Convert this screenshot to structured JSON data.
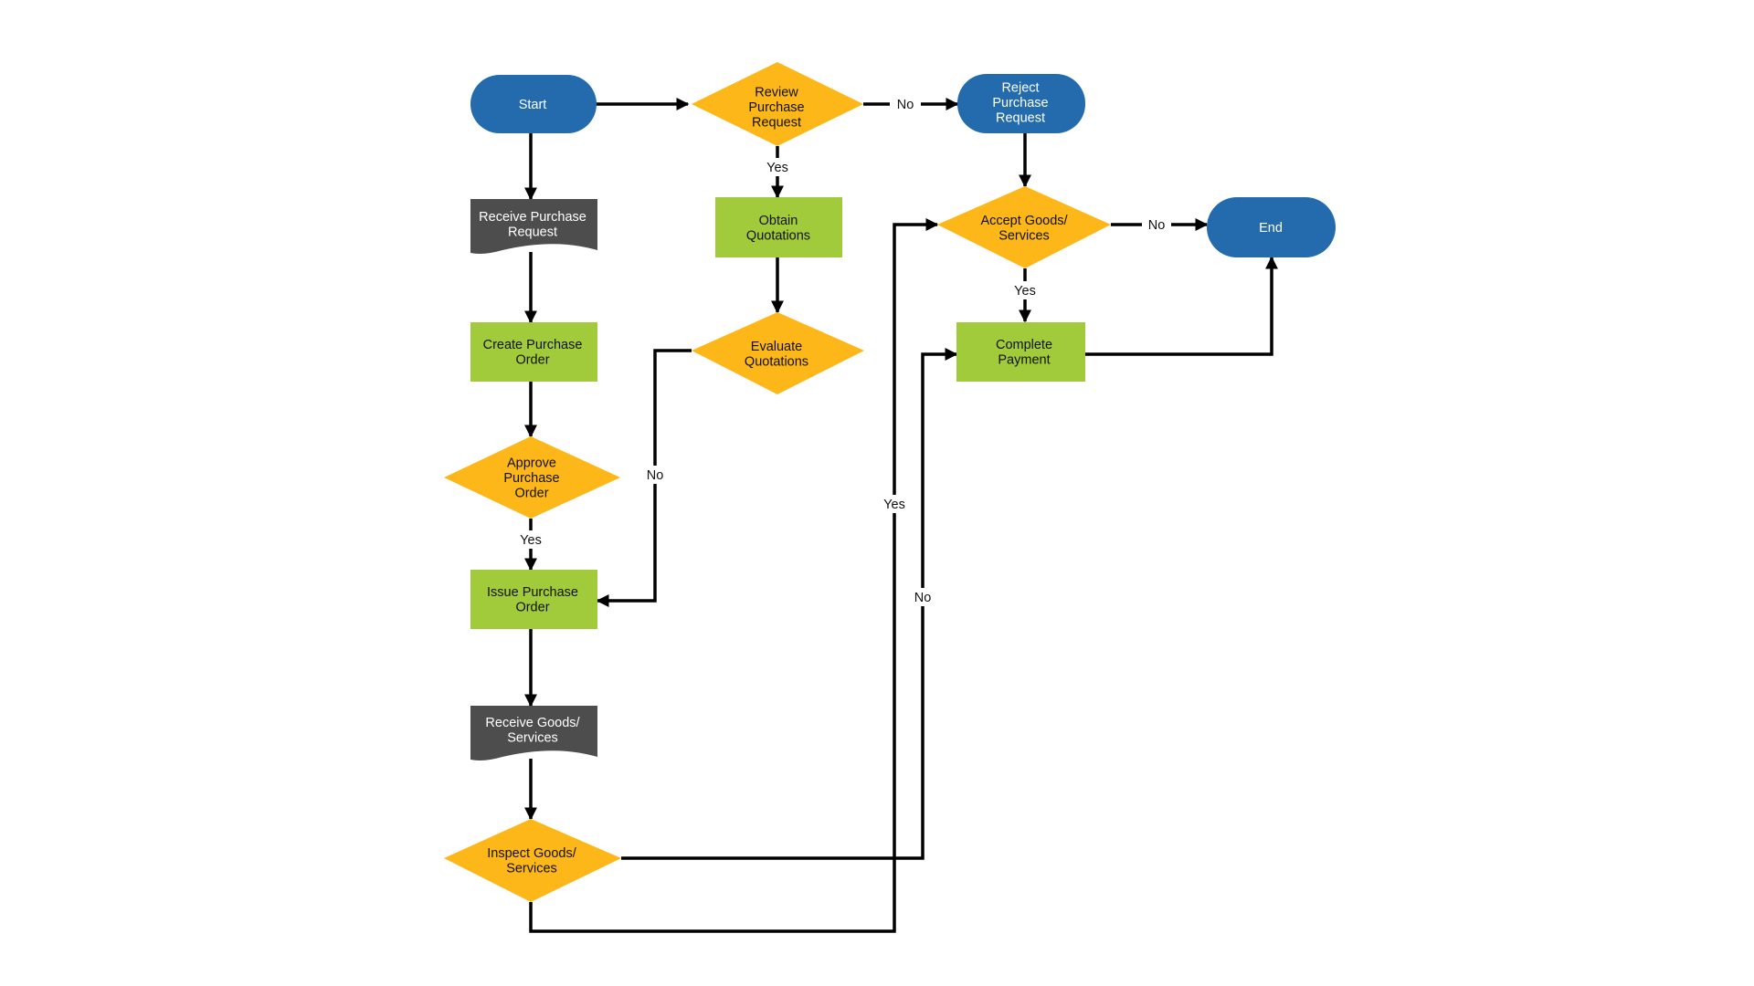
{
  "colors": {
    "terminal": "#236BAD",
    "decision": "#FDB718",
    "process": "#A1CB3A",
    "document": "#4D4D4D",
    "line": "#000000",
    "light_text": "#FFFFFF",
    "dark_text": "#111111"
  },
  "nodes": {
    "start": {
      "lines": [
        "Start"
      ]
    },
    "receive_request": {
      "lines": [
        "Receive Purchase",
        "Request"
      ]
    },
    "create_po": {
      "lines": [
        "Create Purchase",
        "Order"
      ]
    },
    "approve_po": {
      "lines": [
        "Approve",
        "Purchase",
        "Order"
      ]
    },
    "issue_po": {
      "lines": [
        "Issue Purchase",
        "Order"
      ]
    },
    "receive_goods": {
      "lines": [
        "Receive Goods/",
        "Services"
      ]
    },
    "inspect_goods": {
      "lines": [
        "Inspect Goods/",
        "Services"
      ]
    },
    "review_request": {
      "lines": [
        "Review",
        "Purchase",
        "Request"
      ]
    },
    "obtain_quotations": {
      "lines": [
        "Obtain",
        "Quotations"
      ]
    },
    "evaluate_quotations": {
      "lines": [
        "Evaluate",
        "Quotations"
      ]
    },
    "reject_request": {
      "lines": [
        "Reject",
        "Purchase",
        "Request"
      ]
    },
    "accept_goods": {
      "lines": [
        "Accept Goods/",
        "Services"
      ]
    },
    "complete_payment": {
      "lines": [
        "Complete",
        "Payment"
      ]
    },
    "end": {
      "lines": [
        "End"
      ]
    }
  },
  "edges": {
    "review_no": "No",
    "review_yes": "Yes",
    "approve_yes": "Yes",
    "evaluate_no": "No",
    "inspect_yes": "Yes",
    "inspect_no": "No",
    "accept_no": "No",
    "accept_yes": "Yes"
  }
}
